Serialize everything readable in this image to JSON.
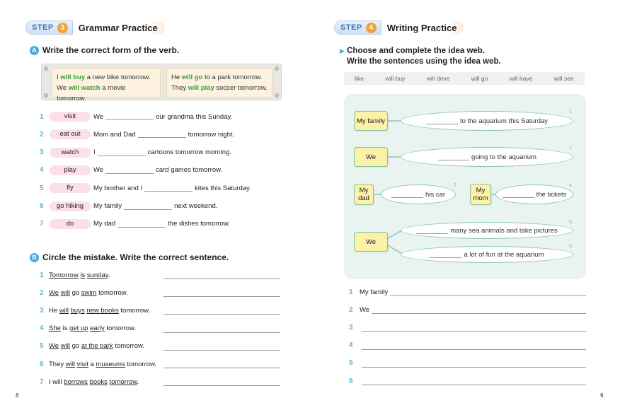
{
  "left": {
    "step": {
      "word": "STEP",
      "num": "3",
      "title": "Grammar Practice"
    },
    "sectionA": {
      "letter": "A",
      "title": "Write the correct form of the verb."
    },
    "examples": [
      {
        "l1a": "I ",
        "l1g": "will buy",
        "l1b": " a new bike tomorrow.",
        "l2a": "We ",
        "l2g": "will watch",
        "l2b": " a movie tomorrow."
      },
      {
        "l1a": "He ",
        "l1g": "will go",
        "l1b": " to a park tomorrow.",
        "l2a": "They ",
        "l2g": "will play",
        "l2b": " soccer tomorrow."
      }
    ],
    "grammar": [
      {
        "n": "1",
        "verb": "visit",
        "pre": "We",
        "post": "our grandma this Sunday."
      },
      {
        "n": "2",
        "verb": "eat out",
        "pre": "Mom and Dad",
        "post": "tomorrow night."
      },
      {
        "n": "3",
        "verb": "watch",
        "pre": "I",
        "post": "cartoons tomorrow morning."
      },
      {
        "n": "4",
        "verb": "play",
        "pre": "We",
        "post": "card games tomorrow."
      },
      {
        "n": "5",
        "verb": "fly",
        "pre": "My brother and I",
        "post": "kites this Saturday."
      },
      {
        "n": "6",
        "verb": "go hiking",
        "pre": "My family",
        "post": "next weekend."
      },
      {
        "n": "7",
        "verb": "do",
        "pre": "My dad",
        "post": "the dishes tomorrow."
      }
    ],
    "sectionB": {
      "letter": "B",
      "title": "Circle the mistake. Write the correct sentence."
    },
    "corrections": [
      {
        "n": "1",
        "parts": [
          {
            "t": "Tomorrow",
            "u": true
          },
          {
            "t": " "
          },
          {
            "t": "is",
            "u": true
          },
          {
            "t": " "
          },
          {
            "t": "sunday",
            "u": true
          },
          {
            "t": "."
          }
        ]
      },
      {
        "n": "2",
        "parts": [
          {
            "t": "We",
            "u": true
          },
          {
            "t": " "
          },
          {
            "t": "will",
            "u": true
          },
          {
            "t": " go "
          },
          {
            "t": "swim",
            "u": true
          },
          {
            "t": " tomorrow."
          }
        ]
      },
      {
        "n": "3",
        "parts": [
          {
            "t": "He "
          },
          {
            "t": "will",
            "u": true
          },
          {
            "t": " "
          },
          {
            "t": "buys",
            "u": true
          },
          {
            "t": " "
          },
          {
            "t": "new books",
            "u": true
          },
          {
            "t": " tomorrow."
          }
        ]
      },
      {
        "n": "4",
        "parts": [
          {
            "t": "She",
            "u": true
          },
          {
            "t": " is "
          },
          {
            "t": "get up",
            "u": true
          },
          {
            "t": " "
          },
          {
            "t": "early",
            "u": true
          },
          {
            "t": " tomorrow."
          }
        ]
      },
      {
        "n": "5",
        "parts": [
          {
            "t": "We",
            "u": true
          },
          {
            "t": " "
          },
          {
            "t": "will",
            "u": true
          },
          {
            "t": " go "
          },
          {
            "t": "at the park",
            "u": true
          },
          {
            "t": " tomorrow."
          }
        ]
      },
      {
        "n": "6",
        "parts": [
          {
            "t": "They "
          },
          {
            "t": "will",
            "u": true
          },
          {
            "t": " "
          },
          {
            "t": "visit",
            "u": true
          },
          {
            "t": " a "
          },
          {
            "t": "museums",
            "u": true
          },
          {
            "t": " tomorrow."
          }
        ]
      },
      {
        "n": "7",
        "parts": [
          {
            "t": "I will "
          },
          {
            "t": "borrows",
            "u": true
          },
          {
            "t": " "
          },
          {
            "t": "books",
            "u": true
          },
          {
            "t": " "
          },
          {
            "t": "tomorrow",
            "u": true
          },
          {
            "t": "."
          }
        ]
      }
    ],
    "page_number": "8"
  },
  "right": {
    "step": {
      "word": "STEP",
      "num": "4",
      "title": "Writing Practice"
    },
    "instruction1": "Choose and complete the idea web.",
    "instruction2": "Write the sentences using the idea web.",
    "wordbank": [
      "like",
      "will buy",
      "will drive",
      "will go",
      "will have",
      "will see"
    ],
    "web": {
      "box1": "My family",
      "oval1": "to the aquarium this Saturday",
      "n1": "1",
      "box2": "We",
      "oval2": "going to the aquarium",
      "n2": "2",
      "box3a": "My dad",
      "oval3": "his car",
      "n3": "3",
      "box3b": "My mom",
      "oval4": "the tickets",
      "n4": "4",
      "box5": "We",
      "oval5": "many sea animals and take pictures",
      "n5": "5",
      "oval6": "a lot of fun at the aquarium",
      "n6": "6"
    },
    "writing": [
      {
        "n": "1",
        "start": "My family"
      },
      {
        "n": "2",
        "start": "We"
      },
      {
        "n": "3",
        "start": ""
      },
      {
        "n": "4",
        "start": ""
      },
      {
        "n": "5",
        "start": ""
      },
      {
        "n": "6",
        "start": ""
      }
    ],
    "page_number": "9"
  }
}
